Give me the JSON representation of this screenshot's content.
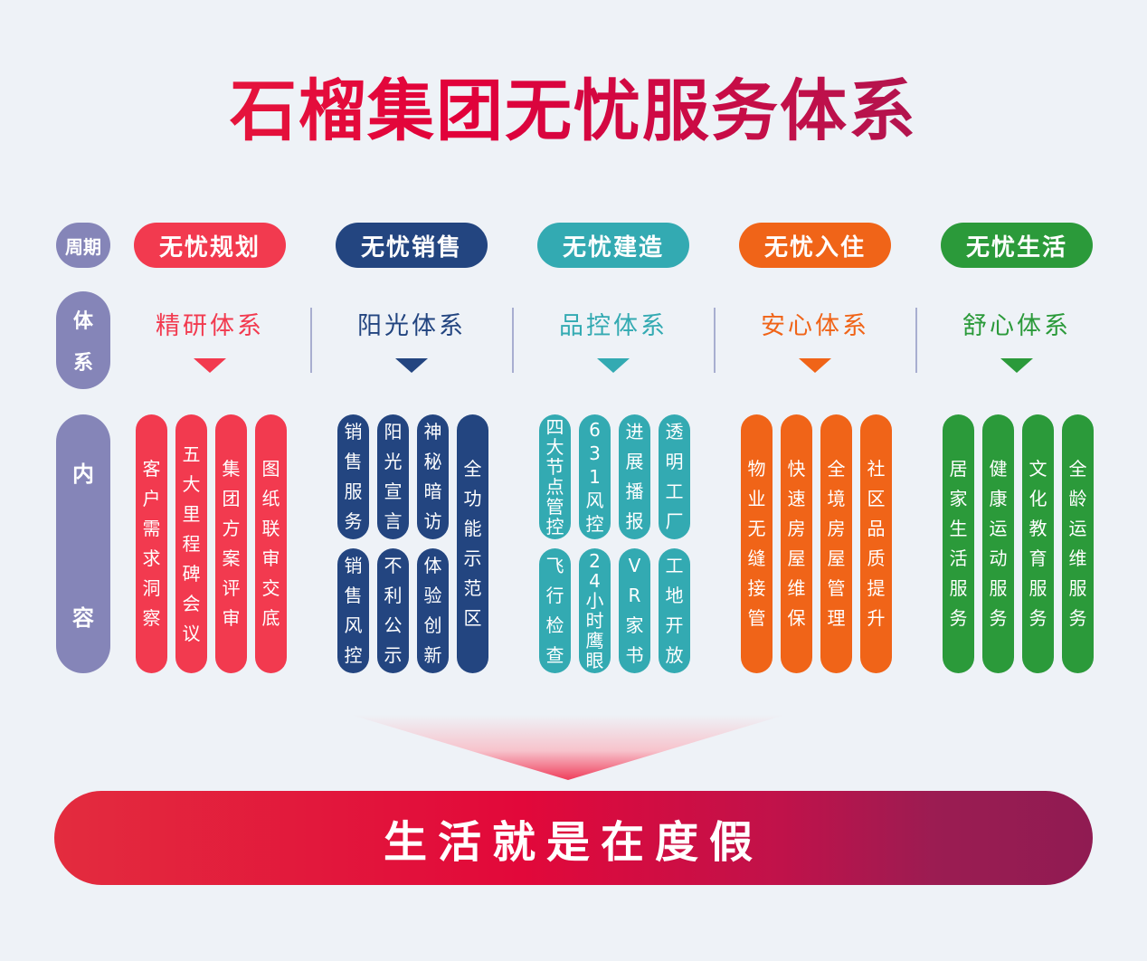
{
  "title": "石榴集团无忧服务体系",
  "labels": {
    "period": "周期",
    "system": [
      "体",
      "系"
    ],
    "content": [
      "内",
      "容"
    ]
  },
  "colors": {
    "label": "#8585b8",
    "planning": "#f23a4f",
    "sales": "#234580",
    "construction": "#33aab2",
    "moving_in": "#f06418",
    "living": "#2b9a3a",
    "slogan_start": "#e32c3e",
    "slogan_end": "#901b52"
  },
  "columns": [
    {
      "period": "无忧规划",
      "system": "精研体系",
      "color": "#f23a4f",
      "items": [
        "客户需求洞察",
        "五大里程碑会议",
        "集团方案评审",
        "图纸联审交底"
      ]
    },
    {
      "period": "无忧销售",
      "system": "阳光体系",
      "color": "#234580",
      "items": [
        "销售服务",
        "阳光宣言",
        "神秘暗访",
        "销售风控",
        "不利公示",
        "体验创新",
        "全功能示范区"
      ]
    },
    {
      "period": "无忧建造",
      "system": "品控体系",
      "color": "#33aab2",
      "items": [
        "四大节点管控",
        "631风控",
        "进展播报",
        "透明工厂",
        "飞行检查",
        "24小时鹰眼",
        "VR家书",
        "工地开放"
      ]
    },
    {
      "period": "无忧入住",
      "system": "安心体系",
      "color": "#f06418",
      "items": [
        "物业无缝接管",
        "快速房屋维保",
        "全境房屋管理",
        "社区品质提升"
      ]
    },
    {
      "period": "无忧生活",
      "system": "舒心体系",
      "color": "#2b9a3a",
      "items": [
        "居家生活服务",
        "健康运动服务",
        "文化教育服务",
        "全龄运维服务"
      ]
    }
  ],
  "slogan": "生活就是在度假"
}
